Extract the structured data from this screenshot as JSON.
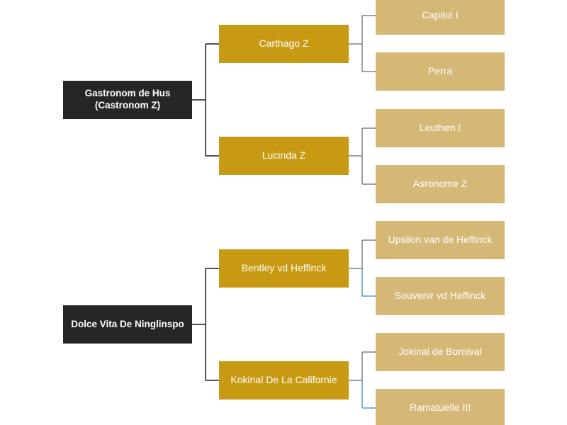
{
  "pedigrees": [
    {
      "name": "Gastronom de Hus\n(Castronom Z)",
      "parents": [
        {
          "name": "Carthago Z",
          "parents": [
            "Capitol I",
            "Perra"
          ]
        },
        {
          "name": "Lucinda Z",
          "parents": [
            "Leuthen I",
            "Asronome Z"
          ]
        }
      ]
    },
    {
      "name": "Dolce Vita De Ninglinspo",
      "parents": [
        {
          "name": "Bentley vd Heffinck",
          "parents": [
            "Upsilon van de Heffinck",
            "Souvenir vd Heffinck"
          ]
        },
        {
          "name": "Kokinal De La Californie",
          "parents": [
            "Jokinal de Bornival",
            "Ramatuelle III"
          ]
        }
      ]
    }
  ],
  "colors": {
    "root_fill": "#262626",
    "parent_fill": "#c89a14",
    "grandparent_fill": "#d5b776",
    "connector_dark": "#1a1a1a",
    "connector_gray": "#7f7f7f",
    "connector_blue": "#4aa3c8"
  }
}
